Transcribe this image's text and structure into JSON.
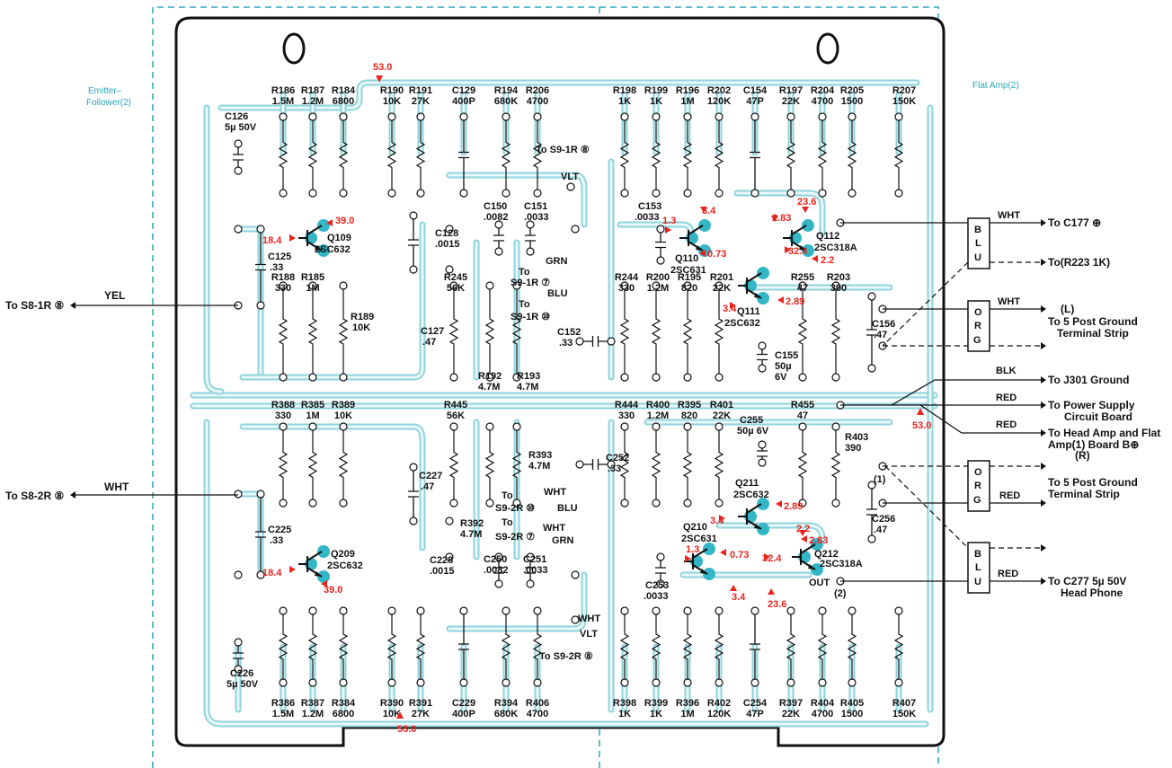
{
  "sections": {
    "left": "Emitter–\nFollower(2)",
    "left_line1": "Emitter–",
    "left_line2": "Follower(2)",
    "right": "Flat Amp(2)"
  },
  "colors": {
    "trace": "#8fd3dc",
    "board": "#111111",
    "voltage": "#e8241c",
    "transistor": "#34b6c6",
    "border": "#2aa5b8"
  },
  "voltages": {
    "top_left_53": "53.0",
    "q109_b": "18.4",
    "q109_e": "39.0",
    "q110_b": "1.3",
    "q110_c": "3.4",
    "q110_e": "0.73",
    "q112_c": "23.6",
    "q112_b": "2.83",
    "q112_e": "32.4",
    "q112_x": "2.2",
    "q111_b": "3.4",
    "q111_e": "2.89",
    "bottom_53": "53.0",
    "right_53": "53.0",
    "q209_b": "18.4",
    "q209_e": "39.0",
    "q211_b": "3.4",
    "q211_e": "2.89",
    "q210_b": "1.3",
    "q210_e": "0.73",
    "q210_c": "3.4",
    "q212_b": "2.2",
    "q212_c": "2.83",
    "q212_e": "32.4",
    "q212_x": "23.6"
  },
  "transistors": {
    "q109": [
      "Q109",
      "2SC632"
    ],
    "q110": [
      "Q110",
      "2SC631"
    ],
    "q111": [
      "Q111",
      "2SC632"
    ],
    "q112": [
      "Q112",
      "2SC318A"
    ],
    "q209": [
      "Q209",
      "2SC632"
    ],
    "q210": [
      "Q210",
      "2SC631"
    ],
    "q211": [
      "Q211",
      "2SC632"
    ],
    "q212": [
      "Q212",
      "2SC318A"
    ]
  },
  "top_parts": [
    [
      "R186",
      "1.5M"
    ],
    [
      "R187",
      "1.2M"
    ],
    [
      "R184",
      "6800"
    ],
    [
      "R190",
      "10K"
    ],
    [
      "R191",
      "27K"
    ],
    [
      "C129",
      "400P"
    ],
    [
      "R194",
      "680K"
    ],
    [
      "R206",
      "4700"
    ],
    [
      "R198",
      "1K"
    ],
    [
      "R199",
      "1K"
    ],
    [
      "R196",
      "1M"
    ],
    [
      "R202",
      "120K"
    ],
    [
      "C154",
      "47P"
    ],
    [
      "R197",
      "22K"
    ],
    [
      "R204",
      "4700"
    ],
    [
      "R205",
      "1500"
    ],
    [
      "R207",
      "150K"
    ]
  ],
  "bottom_parts": [
    [
      "R386",
      "1.5M"
    ],
    [
      "R387",
      "1.2M"
    ],
    [
      "R384",
      "6800"
    ],
    [
      "R390",
      "10K"
    ],
    [
      "R391",
      "27K"
    ],
    [
      "C229",
      "400P"
    ],
    [
      "R394",
      "680K"
    ],
    [
      "R406",
      "4700"
    ],
    [
      "R398",
      "1K"
    ],
    [
      "R399",
      "1K"
    ],
    [
      "R396",
      "1M"
    ],
    [
      "R402",
      "120K"
    ],
    [
      "C254",
      "47P"
    ],
    [
      "R397",
      "22K"
    ],
    [
      "R404",
      "4700"
    ],
    [
      "R405",
      "1500"
    ],
    [
      "R407",
      "150K"
    ]
  ],
  "upper_mid_parts": [
    [
      "R188",
      "330"
    ],
    [
      "R185",
      "1M"
    ],
    [
      "R245",
      "56K"
    ],
    [
      "R244",
      "330"
    ],
    [
      "R200",
      "1.2M"
    ],
    [
      "R195",
      "820"
    ],
    [
      "R201",
      "22K"
    ],
    [
      "R255",
      "47"
    ],
    [
      "R203",
      "390"
    ]
  ],
  "lower_mid_parts": [
    [
      "R388",
      "330"
    ],
    [
      "R385",
      "1M"
    ],
    [
      "R389",
      "10K"
    ],
    [
      "R445",
      "56K"
    ],
    [
      "R444",
      "330"
    ],
    [
      "R400",
      "1.2M"
    ],
    [
      "R395",
      "820"
    ],
    [
      "R401",
      "22K"
    ],
    [
      "R455",
      "47"
    ]
  ],
  "misc_parts": {
    "c126": [
      "C126",
      "5µ 50V"
    ],
    "c125": [
      "C125",
      ".33"
    ],
    "r189": [
      "R189",
      "10K"
    ],
    "c127": [
      "C127",
      ".47"
    ],
    "c128": [
      "C128",
      ".0015"
    ],
    "c150": [
      "C150",
      ".0082"
    ],
    "c151": [
      "C151",
      ".0033"
    ],
    "c153": [
      "C153",
      ".0033"
    ],
    "r192": [
      "R192",
      "4.7M"
    ],
    "r193": [
      "R193",
      "4.7M"
    ],
    "c152": [
      "C152",
      ".33"
    ],
    "c155": [
      "C155",
      "50µ",
      "6V"
    ],
    "c156": [
      "C156",
      ".47"
    ],
    "c226": [
      "C226",
      "5µ 50V"
    ],
    "c225": [
      "C225",
      ".33"
    ],
    "c227": [
      "C227",
      ".47"
    ],
    "c228": [
      "C228",
      ".0015"
    ],
    "c250": [
      "C250",
      ".0082"
    ],
    "c251": [
      "C251",
      ".0033"
    ],
    "c252": [
      "C252",
      ".33"
    ],
    "c253": [
      "C253",
      ".0033"
    ],
    "r392": [
      "R392",
      "4.7M"
    ],
    "r393": [
      "R393",
      "4.7M"
    ],
    "c255": [
      "C255",
      "50µ 6V"
    ],
    "r403": [
      "R403",
      "390"
    ],
    "c256": [
      "C256",
      ".47"
    ]
  },
  "inner_labels": {
    "s9_1r_8": "To S9-1R ⑧",
    "vlt_top": "VLT",
    "grn_top": "GRN",
    "s9_1r_7": "S9-1R ⑦",
    "to_a": "To",
    "blu_top": "BLU",
    "s9_1r_10": "S9-1R ⑩",
    "to_b": "To",
    "to_c": "To",
    "s9_2r_10": "S9-2R ⑩",
    "wht_mid": "WHT",
    "blu_mid": "BLU",
    "to_d": "To",
    "s9_2r_7": "S9-2R ⑦",
    "wht_mid2": "WHT",
    "grn_mid": "GRN",
    "wht_low": "WHT",
    "vlt_low": "VLT",
    "s9_2r_8": "To S9-2R ⑧",
    "out": "OUT",
    "out_num": "(2)",
    "one": "(1)"
  },
  "left_conn": [
    {
      "to": "To S8-1R ⑧",
      "wire": "YEL"
    },
    {
      "to": "To S8-2R ⑧",
      "wire": "WHT"
    }
  ],
  "right_conn": {
    "c177": "To C177 ⊕",
    "wht1": "WHT",
    "r223": "To(R223 1K)",
    "wht2": "WHT",
    "l": "(L)",
    "ground1a": "To 5 Post Ground",
    "ground1b": "Terminal Strip",
    "blk": "BLK",
    "j301": "To J301 Ground",
    "red1": "RED",
    "ps1": "To Power Supply",
    "ps2": "Circuit Board",
    "red2": "RED",
    "ha1": "To Head Amp and Flat",
    "ha2": "Amp(1) Board B⊕",
    "ha3": "(R)",
    "ground2a": "To 5 Post Ground",
    "ground2b": "Terminal Strip",
    "red3": "RED",
    "red4": "RED",
    "c277a": "To C277 5µ 50V",
    "c277b": "Head Phone"
  },
  "connector_blocks": {
    "blu1": [
      "B",
      "L",
      "U"
    ],
    "org1": [
      "O",
      "R",
      "G"
    ],
    "org2": [
      "O",
      "R",
      "G"
    ],
    "blu2": [
      "B",
      "L",
      "U"
    ]
  }
}
